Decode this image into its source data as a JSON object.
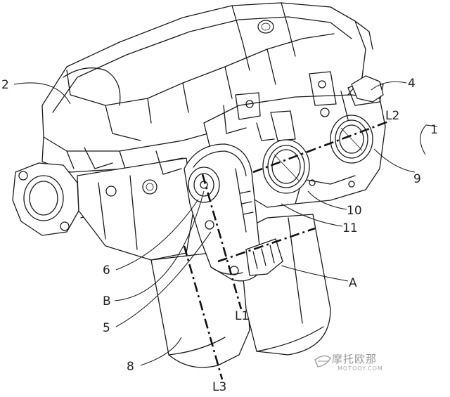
{
  "callouts": {
    "c1": "1",
    "c2": "2",
    "c4": "4",
    "c5": "5",
    "c6": "6",
    "c8": "8",
    "c9": "9",
    "c10": "10",
    "c11": "11",
    "cA": "A",
    "cB": "B",
    "cL1": "L1",
    "cL2": "L2",
    "cL3": "L3"
  },
  "watermark": {
    "cn": "摩托欧那",
    "en": "MOTOOY.COM"
  }
}
